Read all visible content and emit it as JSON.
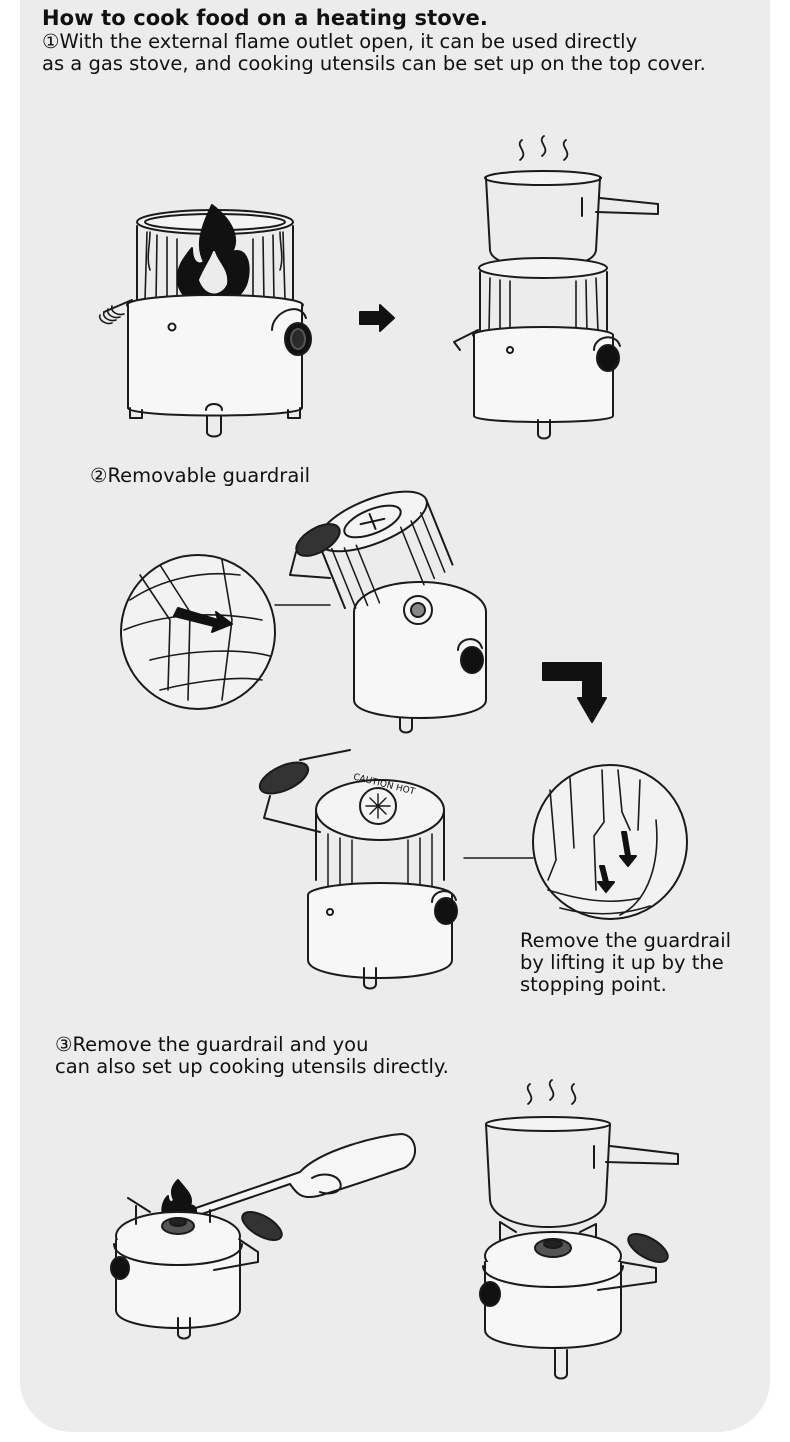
{
  "title": "How to cook food on a heating stove.",
  "step1": {
    "line1": "①With the external flame outlet open, it can be used directly",
    "line2": "as a gas stove, and cooking utensils can be set up on the top cover."
  },
  "step2": {
    "label": "②Removable guardrail",
    "note_line1": "Remove the guardrail",
    "note_line2": "by lifting it up by the",
    "note_line3": "stopping point."
  },
  "step3": {
    "line1": "③Remove the guardrail and you",
    "line2": "can also set up cooking utensils directly."
  },
  "stove_lid_text": "CAUTION HOT",
  "colors": {
    "panel": "#ececec",
    "ink": "#111111",
    "stroke": "#1a1a1a"
  }
}
